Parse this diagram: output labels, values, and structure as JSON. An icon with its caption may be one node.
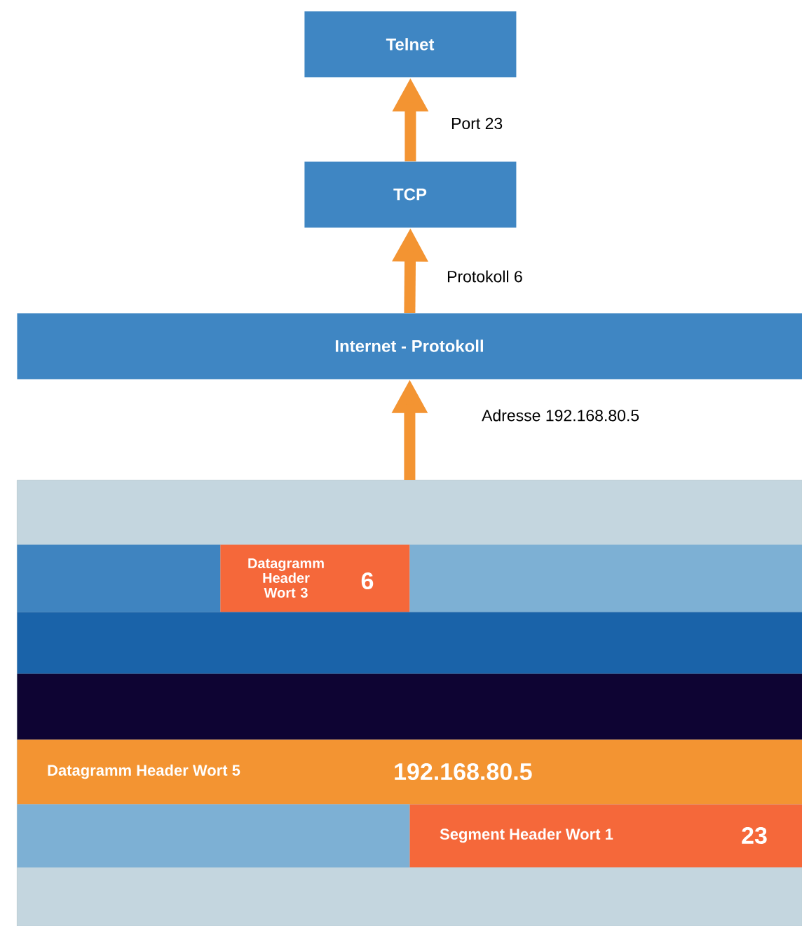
{
  "diagram": {
    "nodes": [
      {
        "text": [
          "Telnet"
        ]
      },
      {
        "text": [
          "TCP"
        ]
      },
      {
        "text": [
          "Internet - Protokoll"
        ]
      },
      {
        "text": [],
        "shape": "box"
      },
      {
        "text": [],
        "shape": "bar",
        "in": 3
      },
      {
        "text": [
          "Datagramm Header Wort 3",
          "6"
        ],
        "in": 3
      },
      {
        "text": [],
        "shape": "bar",
        "in": 3
      },
      {
        "text": [],
        "shape": "bar",
        "in": 3
      },
      {
        "text": [],
        "shape": "bar",
        "in": 3
      },
      {
        "text": [
          "Datagramm Header Wort 5",
          "192.168.80.5"
        ],
        "in": 3
      },
      {
        "text": [],
        "shape": "bar",
        "in": 3
      },
      {
        "text": [
          "Segment Header Wort 1",
          "23"
        ],
        "in": 3
      }
    ],
    "edges": [
      {
        "from": 1,
        "to": 0,
        "arrow": "to",
        "label": "Port 23"
      },
      {
        "from": 2,
        "to": 1,
        "arrow": "to",
        "label": "Protokoll 6"
      },
      {
        "from": 3,
        "to": 2,
        "arrow": "to",
        "label": "Adresse 192.168.80.5"
      }
    ]
  }
}
